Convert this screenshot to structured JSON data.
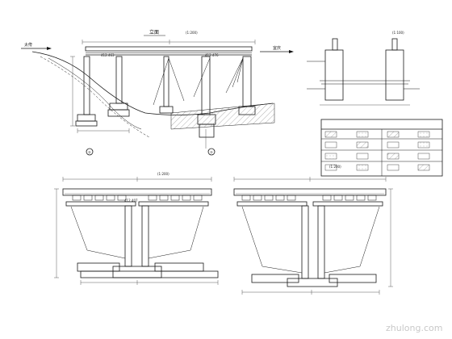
{
  "drawing": {
    "left_direction": "太侉",
    "right_direction": "宜庆",
    "elevation_view": {
      "scale": "(1:200)"
    },
    "detail": {
      "scale": "(1:100)"
    },
    "section_b": {
      "scale": "(1:200)"
    },
    "section_c": {
      "scale": "(1:200)"
    },
    "elevation_marks": [
      "412.463",
      "412.407",
      "412.476"
    ]
  },
  "watermark": {
    "text": "zhulong.com"
  }
}
